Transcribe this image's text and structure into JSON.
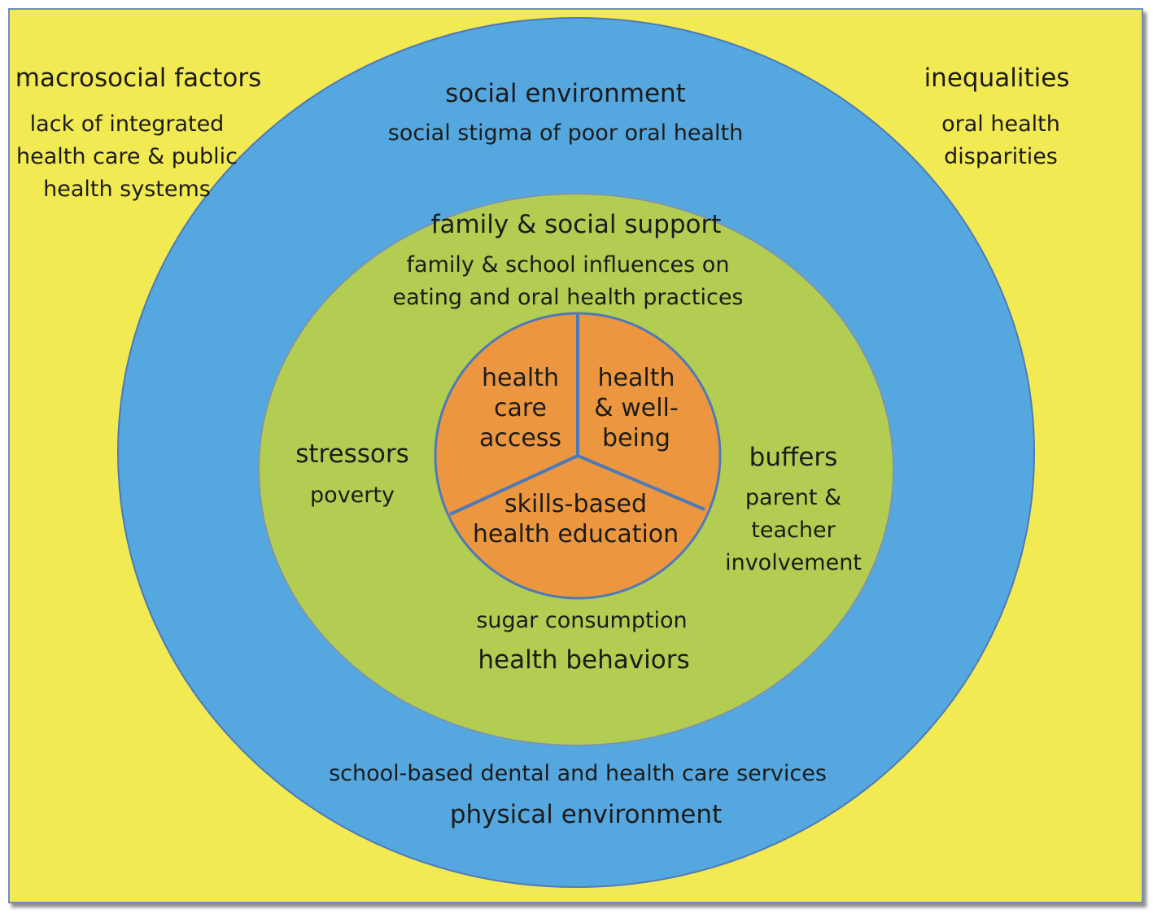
{
  "colors": {
    "background": "#f2ea52",
    "social_ring": "#55a8df",
    "family_ring": "#b2cd52",
    "core": "#ec973f",
    "outline": "#4f79b6"
  },
  "macrosocial": {
    "title": "macrosocial factors",
    "detail": "lack of integrated\nhealth care & public\nhealth systems"
  },
  "inequalities": {
    "title": "inequalities",
    "detail": "oral health\ndisparities"
  },
  "social_environment": {
    "title": "social environment",
    "detail": "social stigma of poor oral health"
  },
  "family_support": {
    "title": "family & social support",
    "detail": "family & school influences on\neating and oral health practices"
  },
  "stressors": {
    "title": "stressors",
    "detail": "poverty"
  },
  "buffers": {
    "title": "buffers",
    "detail": "parent &\nteacher\ninvolvement"
  },
  "health_behaviors": {
    "detail": "sugar consumption",
    "title": "health behaviors"
  },
  "physical_environment": {
    "detail": "school-based dental and health care services",
    "title": "physical environment"
  },
  "core": {
    "access": "health\ncare\naccess",
    "wellbeing": "health\n& well-\nbeing",
    "education": "skills-based\nhealth education"
  }
}
